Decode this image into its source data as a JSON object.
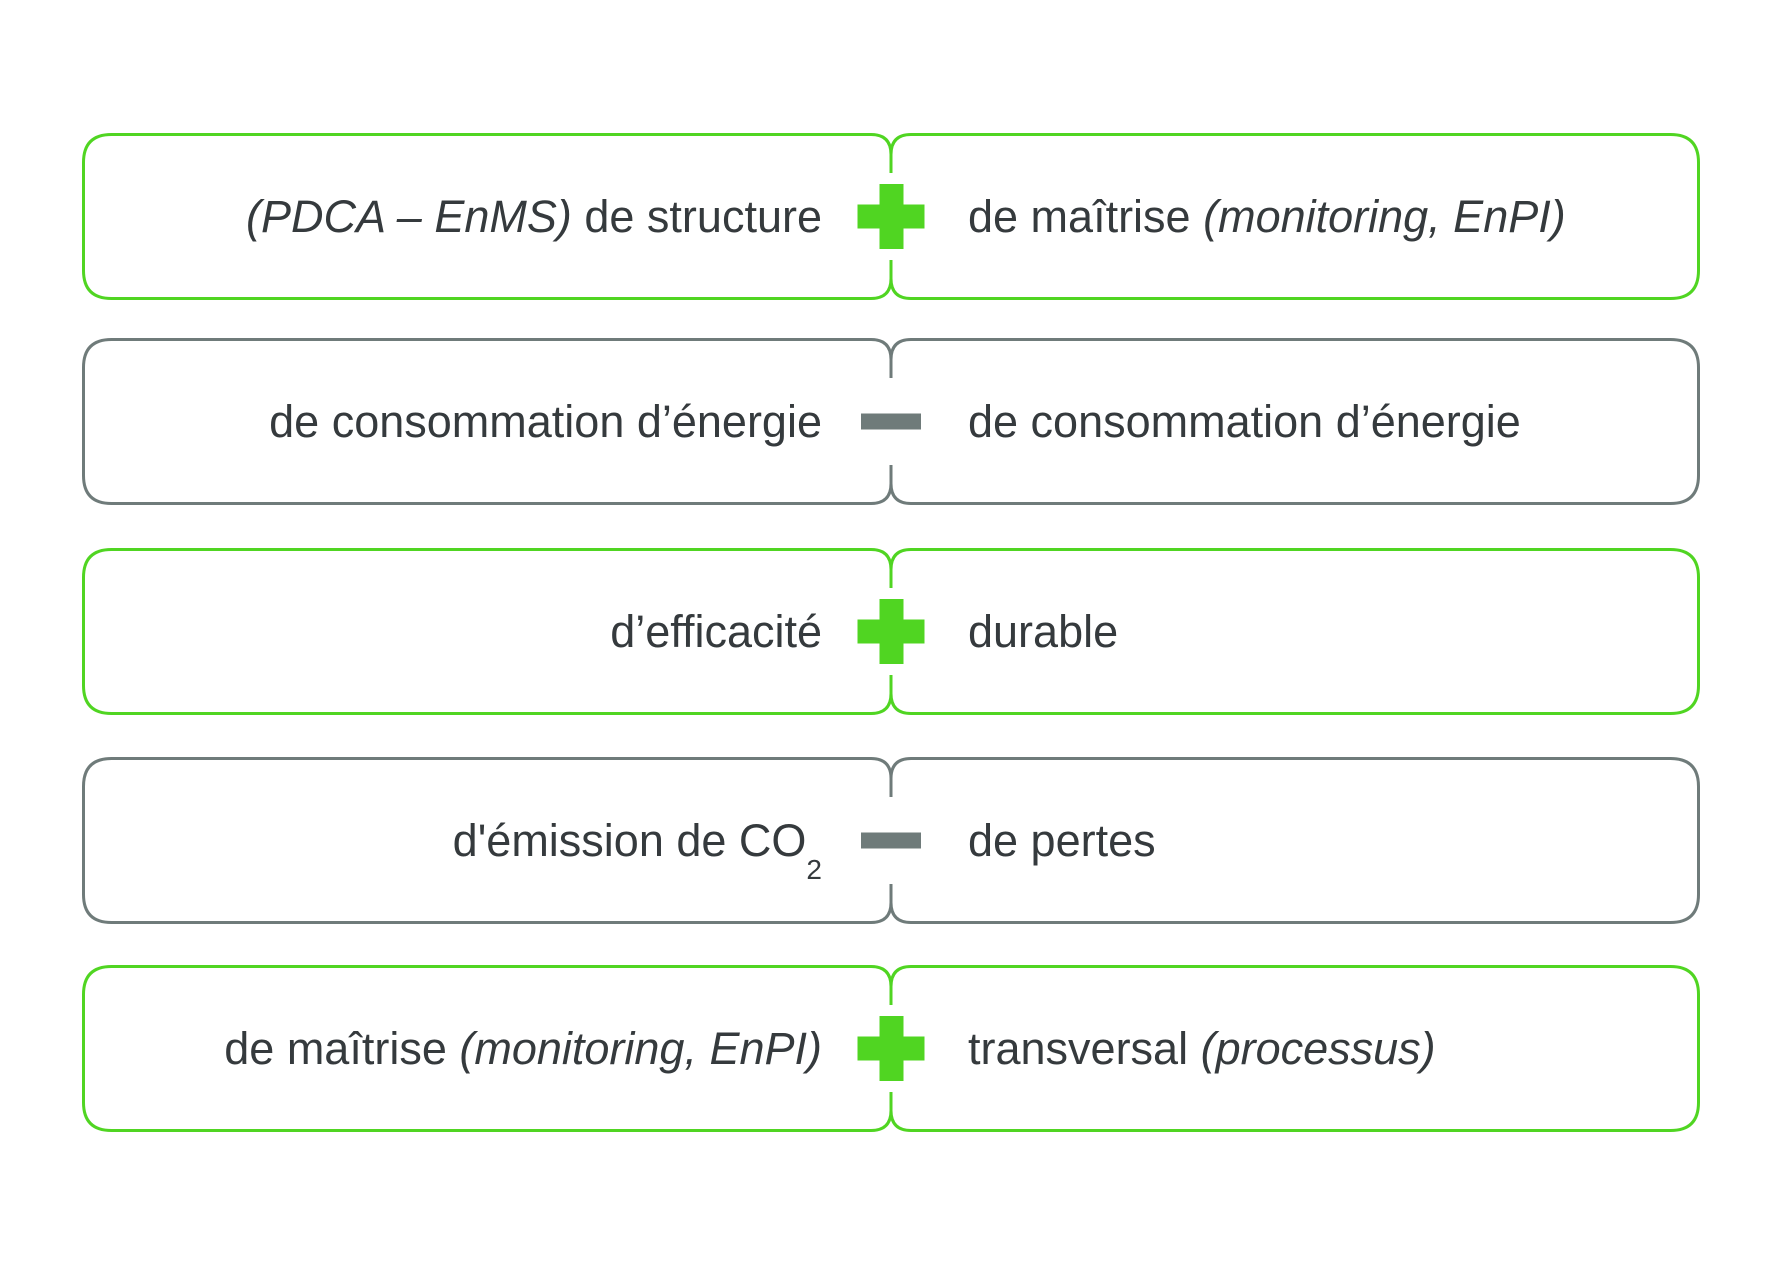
{
  "colors": {
    "green": "#50d522",
    "gray": "#6f7b7a",
    "text": "#353a3d",
    "background": "#ffffff"
  },
  "rows": [
    {
      "style": "green",
      "operator": "plus",
      "left": {
        "italic_prefix": "(PDCA – EnMS)",
        "text": " de structure"
      },
      "right": {
        "text": "de maîtrise ",
        "italic_suffix": "(monitoring, EnPI)"
      }
    },
    {
      "style": "gray",
      "operator": "minus",
      "left": {
        "text": "de consommation d’énergie"
      },
      "right": {
        "text": "de consommation d’énergie"
      }
    },
    {
      "style": "green",
      "operator": "plus",
      "left": {
        "text": "d’efficacité"
      },
      "right": {
        "text": "durable"
      }
    },
    {
      "style": "gray",
      "operator": "minus",
      "left": {
        "text": "d'émission de CO",
        "subscript": "2"
      },
      "right": {
        "text": "de pertes"
      }
    },
    {
      "style": "green",
      "operator": "plus",
      "left": {
        "text": "de maîtrise ",
        "italic_suffix": "(monitoring, EnPI)"
      },
      "right": {
        "text": "transversal ",
        "italic_suffix": "(processus)"
      }
    }
  ]
}
